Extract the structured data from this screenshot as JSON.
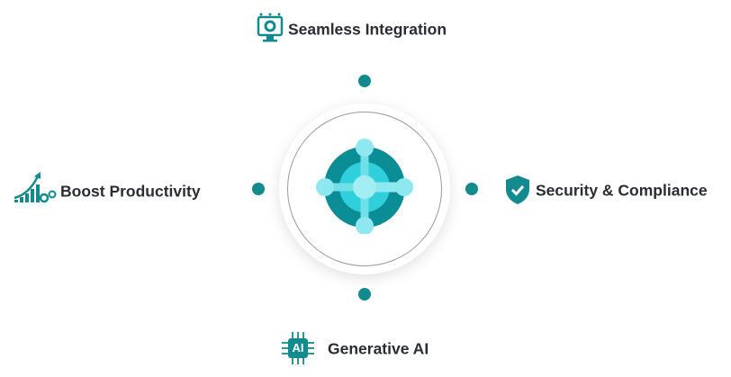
{
  "center": {
    "logo": "business-central-logo"
  },
  "features": [
    {
      "label": "Seamless Integration",
      "icon": "monitor-gear-icon"
    },
    {
      "label": "Boost Productivity",
      "icon": "growth-chart-gears-icon"
    },
    {
      "label": "Security & Compliance",
      "icon": "shield-check-icon"
    },
    {
      "label": "Generative AI",
      "icon": "ai-chip-icon",
      "icon_text": "AI"
    }
  ],
  "colors": {
    "accent": "#138a8e",
    "text": "#2a2d33"
  }
}
